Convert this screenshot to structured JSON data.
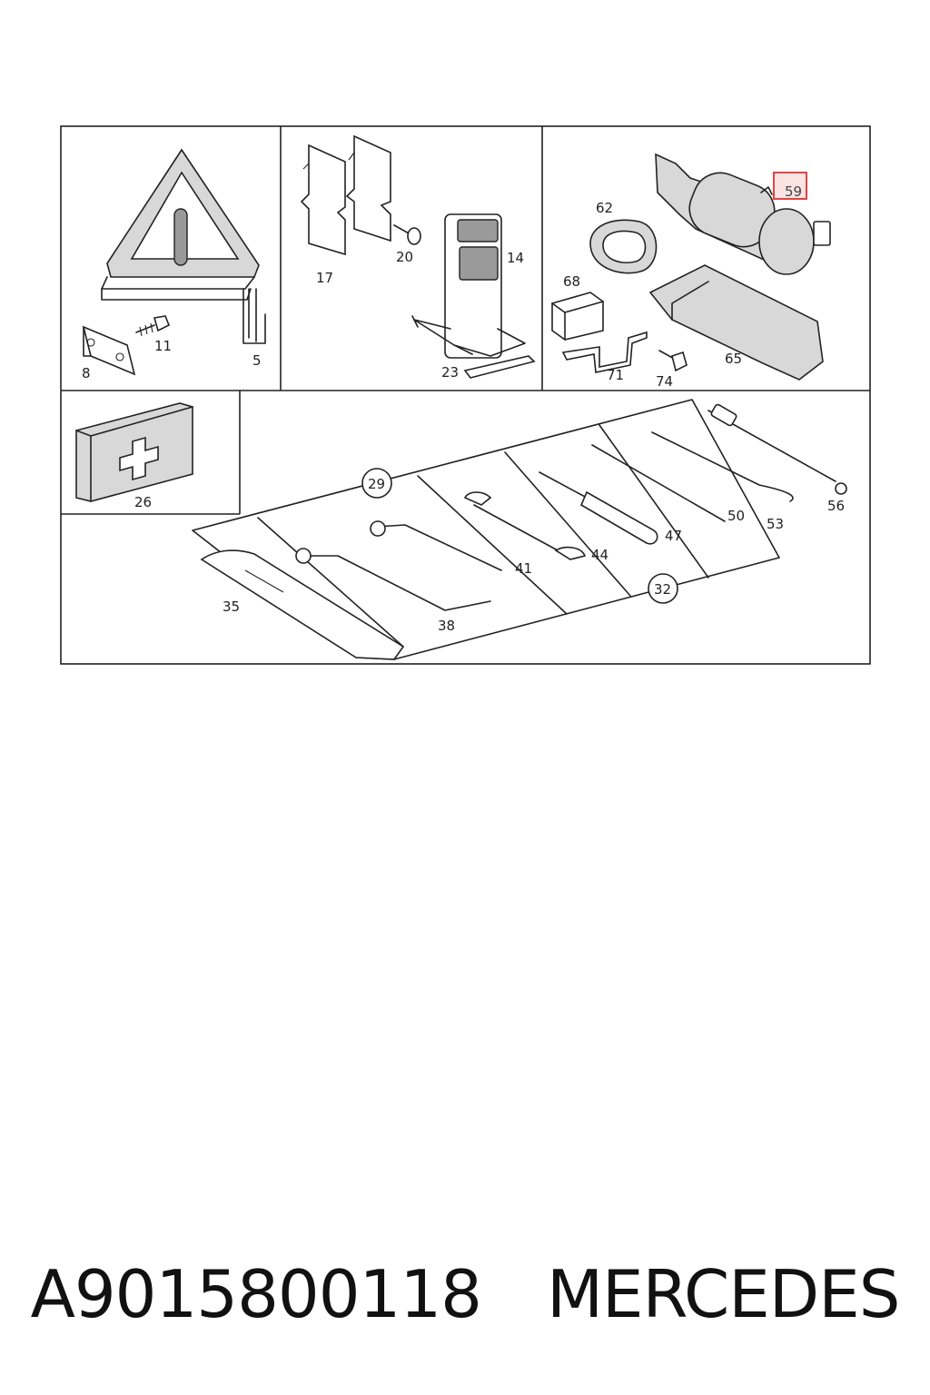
{
  "labels": {
    "p5": "5",
    "p8": "8",
    "p11": "11",
    "p14": "14",
    "p17": "17",
    "p20": "20",
    "p23": "23",
    "p59": "59",
    "p62": "62",
    "p65": "65",
    "p68": "68",
    "p71": "71",
    "p74": "74",
    "p26": "26",
    "p29": "29",
    "p32": "32",
    "p35": "35",
    "p38": "38",
    "p41": "41",
    "p44": "44",
    "p47": "47",
    "p50": "50",
    "p53": "53",
    "p56": "56"
  },
  "highlight": {
    "label": "59",
    "color": "#e03030",
    "fill": "#fbe3e3"
  },
  "footer": {
    "part_number": "A9015800118",
    "brand": "MERCEDES"
  }
}
